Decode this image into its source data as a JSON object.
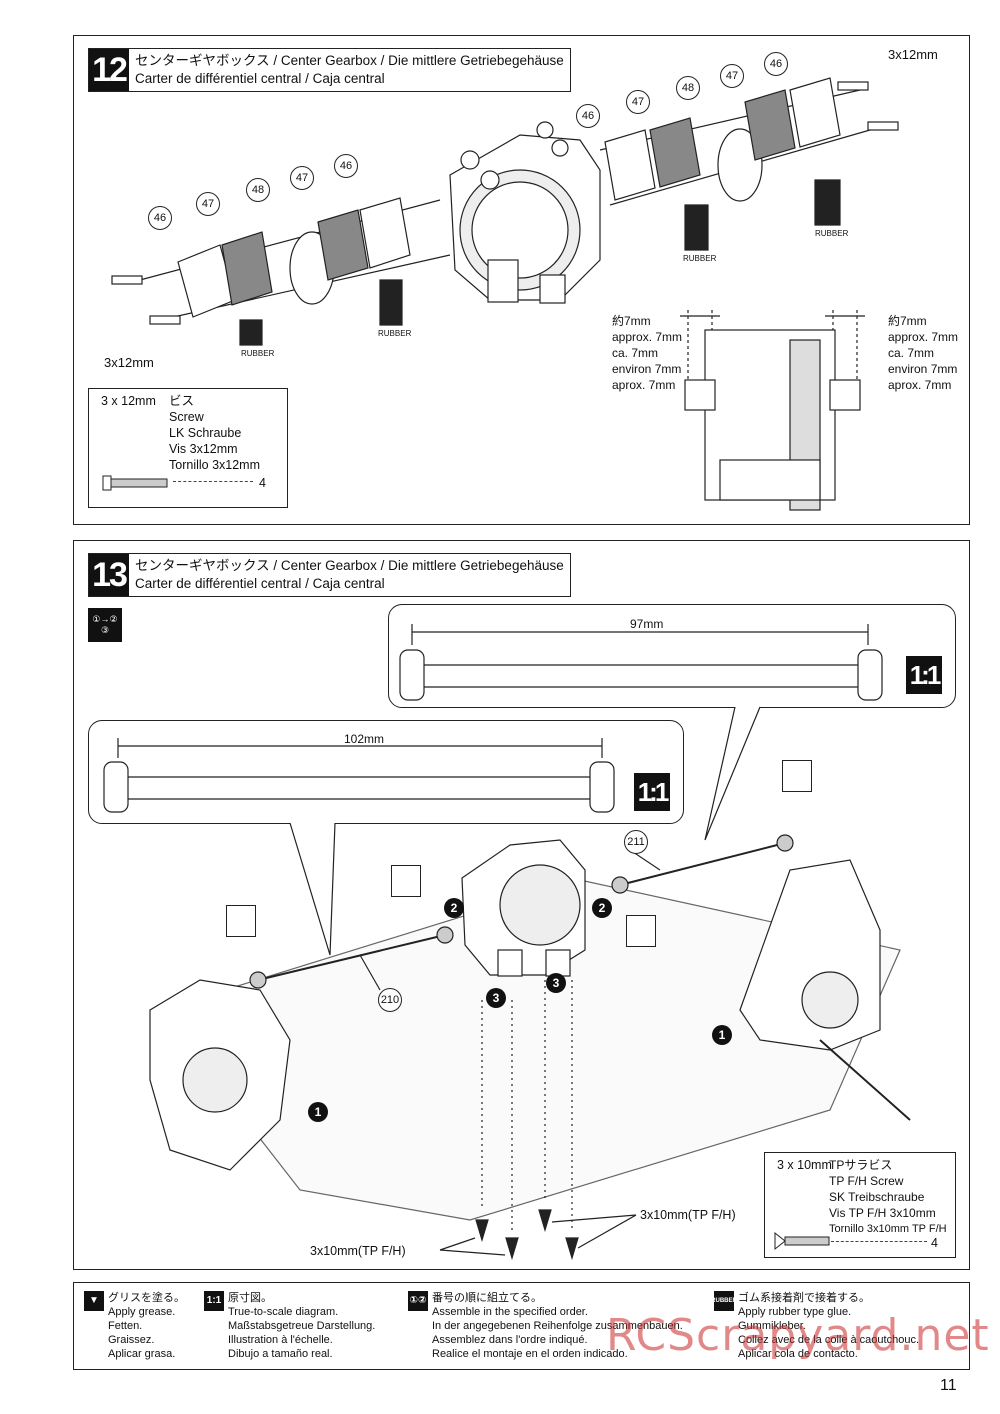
{
  "step12": {
    "number": "12",
    "title_line1": "センターギヤボックス / Center Gearbox / Die mittlere Getriebegehäuse",
    "title_line2": "Carter de différentiel central / Caja central",
    "part_46": "46",
    "part_47": "47",
    "part_48": "48",
    "screw_size": "3x12mm",
    "rubber_label": "RUBBER",
    "dim_left": [
      "約7mm",
      "approx. 7mm",
      "ca. 7mm",
      "environ 7mm",
      "aprox. 7mm"
    ],
    "dim_right": [
      "約7mm",
      "approx. 7mm",
      "ca. 7mm",
      "environ 7mm",
      "aprox. 7mm"
    ],
    "parts_box": {
      "size": "3 x 12mm",
      "names": [
        "ビス",
        "Screw",
        "LK Schraube",
        "Vis 3x12mm",
        "Tornillo 3x12mm"
      ],
      "qty": "4"
    }
  },
  "step13": {
    "number": "13",
    "title_line1": "センターギヤボックス / Center Gearbox / Die mittlere Getriebegehäuse",
    "title_line2": "Carter de différentiel central / Caja central",
    "order_icon": "①→② ③",
    "shaft_97": "97mm",
    "shaft_102": "102mm",
    "scale": "1:1",
    "part_210": "210",
    "part_211": "211",
    "step_1": "1",
    "step_2": "2",
    "step_3": "3",
    "screw_label": "3x10mm(TP F/H)",
    "parts_box": {
      "size": "3 x 10mm",
      "names": [
        "TPサラビス",
        "TP F/H Screw",
        "SK Treibschraube",
        "Vis TP F/H 3x10mm",
        "Tornillo 3x10mm TP F/H"
      ],
      "qty": "4"
    }
  },
  "legend": {
    "grease": [
      "グリスを塗る。",
      "Apply grease.",
      "Fetten.",
      "Graissez.",
      "Aplicar grasa."
    ],
    "scale": [
      "原寸図。",
      "True-to-scale diagram.",
      "Maßstabsgetreue Darstellung.",
      "Illustration à l'échelle.",
      "Dibujo a tamaño real."
    ],
    "order": [
      "番号の順に組立てる。",
      "Assemble in the specified order.",
      "In der angegebenen Reihenfolge zusammenbauen.",
      "Assemblez dans l'ordre indiqué.",
      "Realice el montaje en el orden indicado."
    ],
    "rubber": [
      "ゴム系接着剤で接着する。",
      "Apply rubber type glue.",
      "Gummikleber.",
      "Collez avec de la colle à caoutchouc.",
      "Aplicar cola de contacto."
    ],
    "scale_icon": "1:1",
    "rubber_icon": "RUBBER"
  },
  "watermark": "RCScrapyard.net",
  "page_number": "11"
}
